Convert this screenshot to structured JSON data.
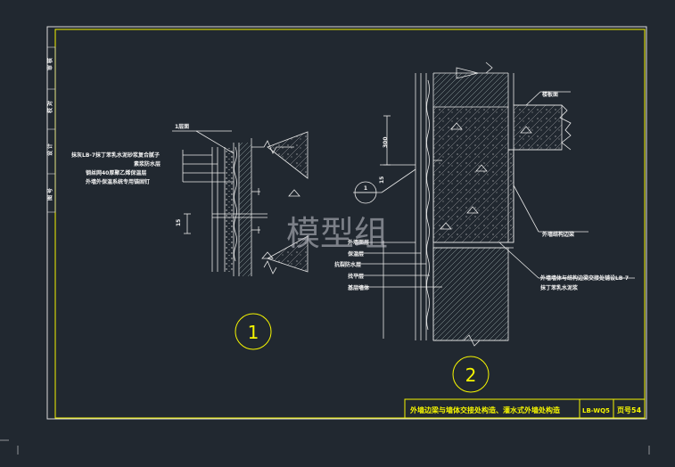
{
  "watermark": "模型组",
  "side_strip": [
    "审 核",
    "校 对",
    "设 计",
    "图 号"
  ],
  "detail1": {
    "marker": "1",
    "top_label": "1层面",
    "labels": [
      "抹灰LB-7抹丁苯乳水泥砂浆复合腻子",
      "素浆防水层",
      "钢丝网40厚聚乙烯保温层",
      "外墙外保温系统专用锚固钉"
    ],
    "dim": "15"
  },
  "detail2": {
    "marker": "2",
    "dim_vertical": "300",
    "dim_small": "15",
    "section_tag": "1",
    "floor_label": "楼板面",
    "layer_labels": [
      "外墙面层",
      "保温层",
      "抗裂防水层",
      "找平层",
      "基层墙体"
    ],
    "right_label_1": "外墙结构边梁",
    "right_label_2a": "外墙墙体与结构边梁交接处铺设LB-7",
    "right_label_2b": "抹丁苯乳水泥浆"
  },
  "title_block": {
    "title": "外墙边梁与墙体交接处构造、灌水式外墙处构造",
    "drawing_no": "LB-WQ5",
    "page": "页号54"
  },
  "colors": {
    "background": "#212830",
    "line": "#e8e8e8",
    "frame": "#f5f500",
    "marker": "#f5f500"
  }
}
